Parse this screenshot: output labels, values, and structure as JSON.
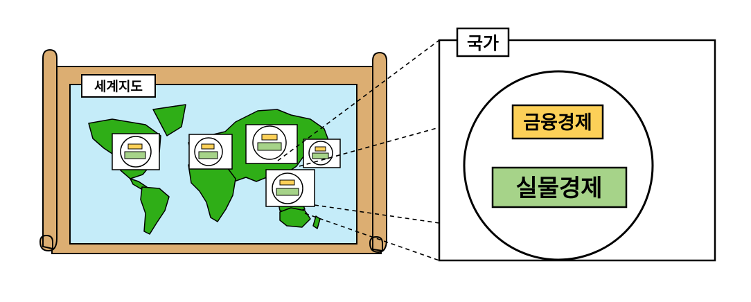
{
  "map": {
    "label": "세계지도",
    "colors": {
      "scroll": "#dcae72",
      "ocean": "#c5ecf9",
      "land": "#2fae17"
    }
  },
  "country": {
    "label": "국가",
    "financial_economy": "금융경제",
    "real_economy": "실물경제",
    "colors": {
      "financial": "#fcd058",
      "real": "#a6d389"
    }
  }
}
